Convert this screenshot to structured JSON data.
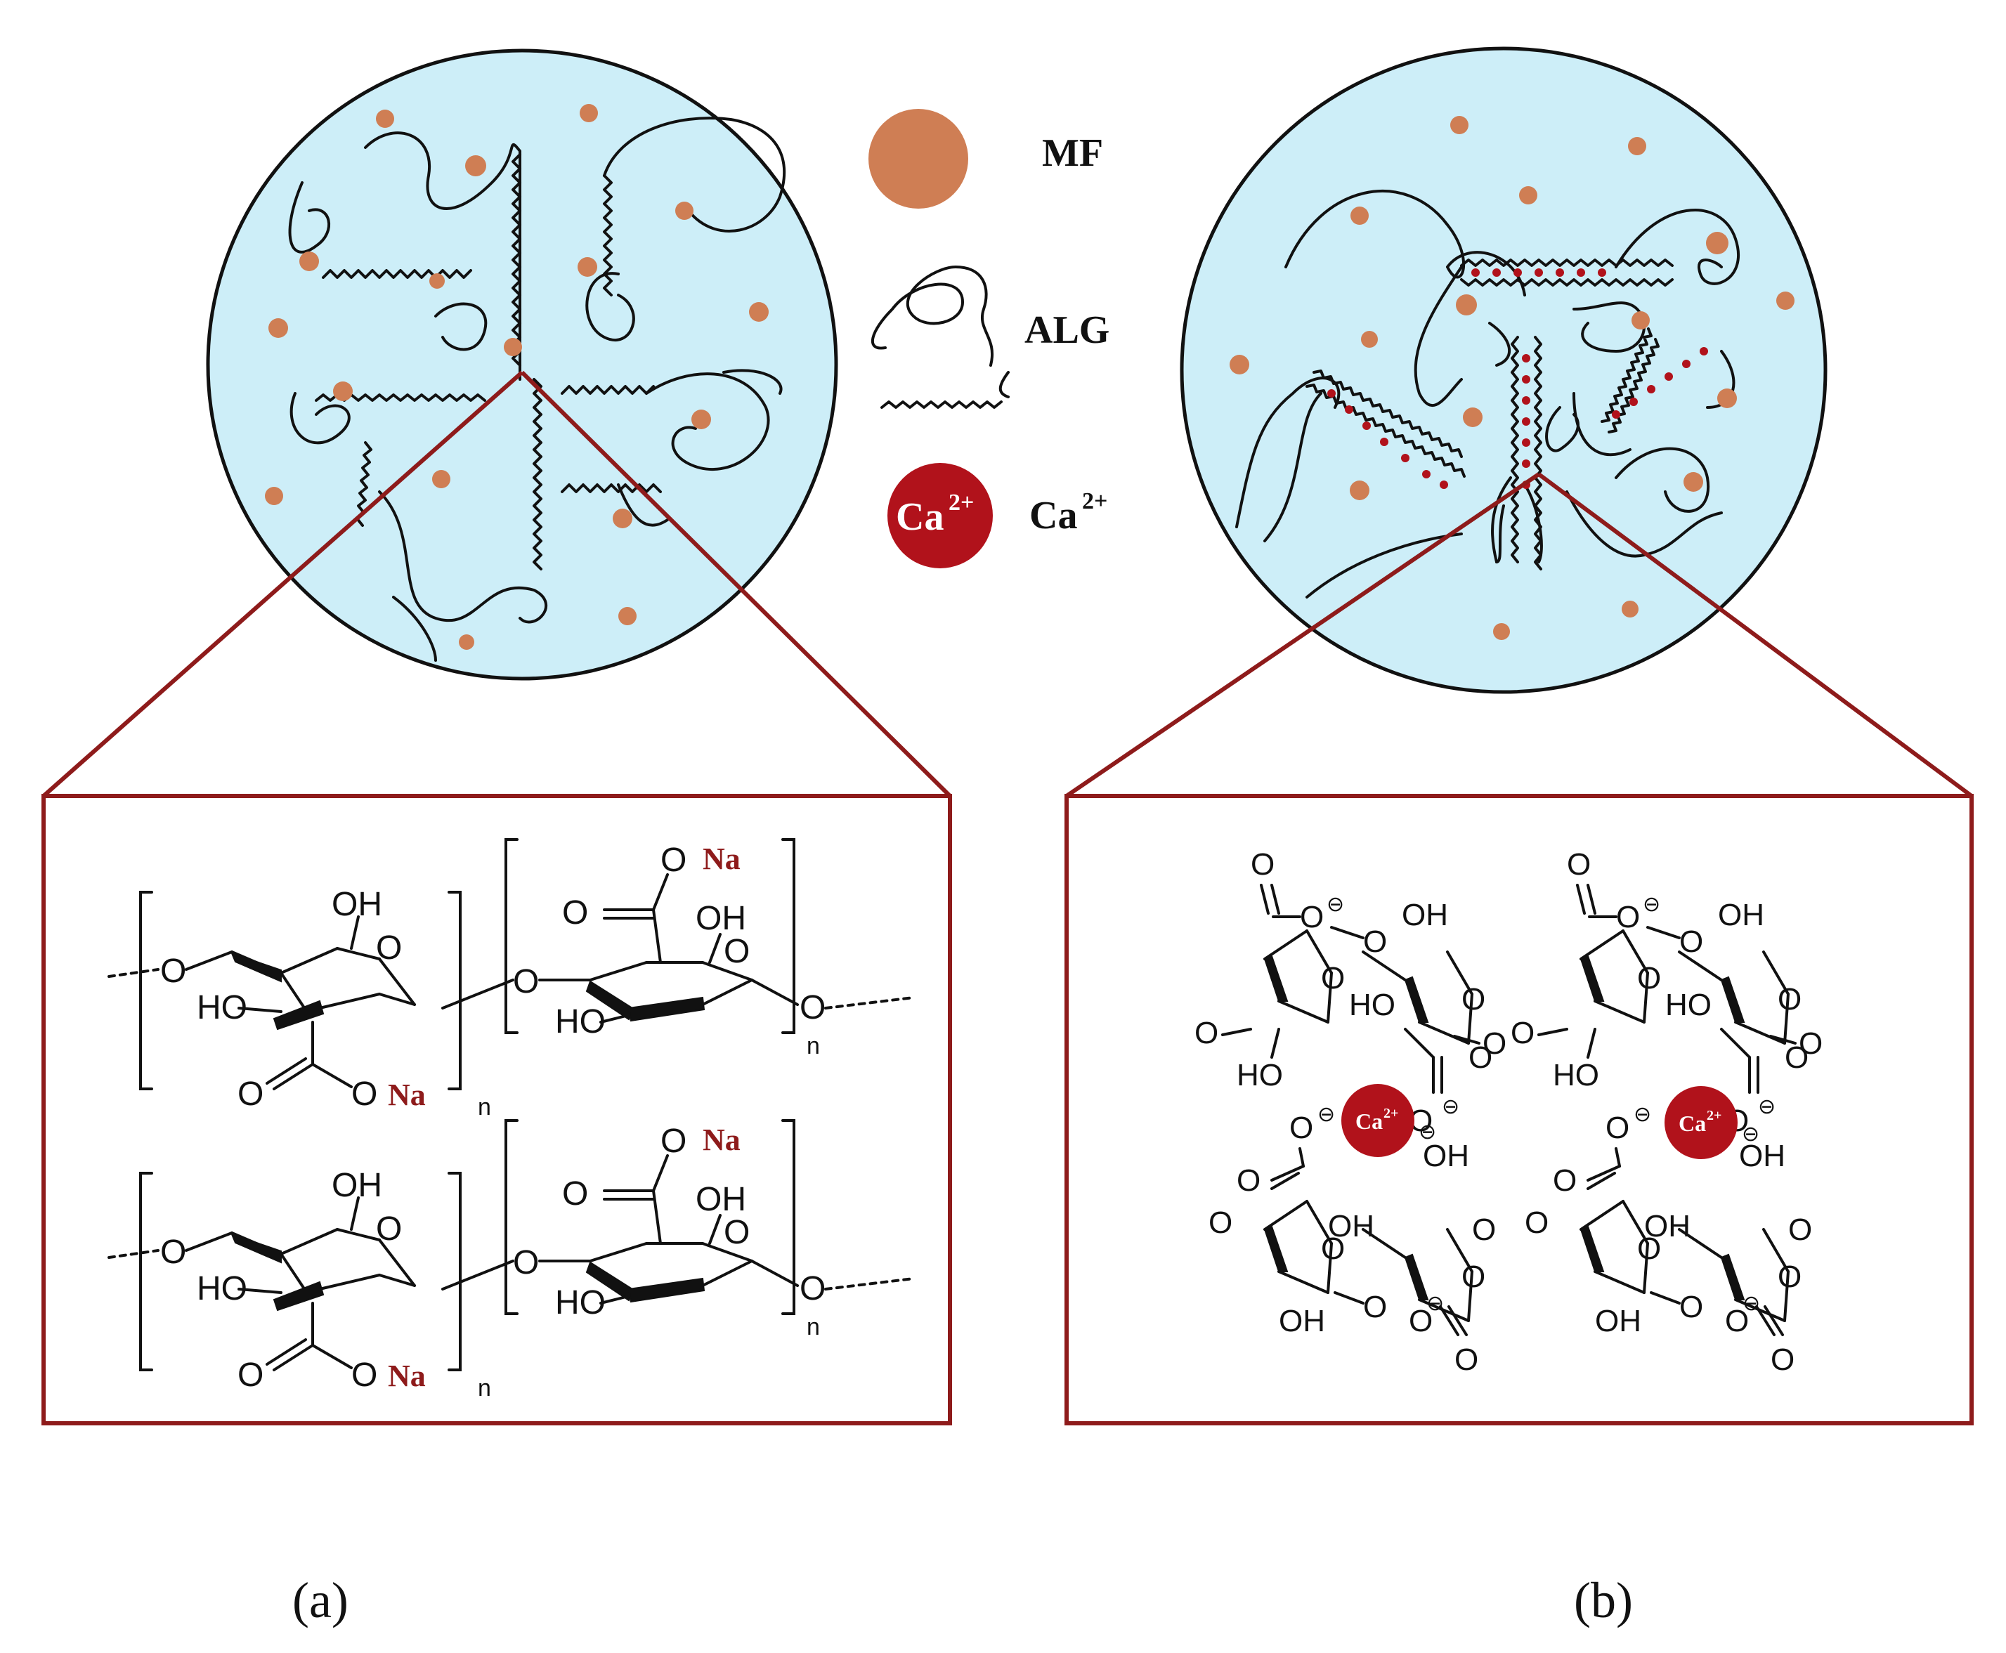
{
  "legend": {
    "mf_label": "MF",
    "alg_label": "ALG",
    "ca_label": "Ca",
    "ca_sup": "2+",
    "ca_ion_text": "Ca",
    "ca_ion_sup": "2+"
  },
  "panel_a": {
    "label": "(a)",
    "units": [
      {
        "oh_top": "OH",
        "ho_left": "HO",
        "ring_o": "O",
        "link_o": "O",
        "carbonyl_o": "O",
        "ester_o": "O",
        "na": "Na",
        "n": "n"
      },
      {
        "oh_top": "OH",
        "ho_left": "HO",
        "ring_o": "O",
        "link_o": "O",
        "carbonyl_o": "O",
        "ester_o": "O",
        "na": "Na",
        "n": "n"
      },
      {
        "oh_top": "OH",
        "ho_left": "HO",
        "ring_o": "O",
        "link_o": "O",
        "carbonyl_o": "O",
        "ester_o": "O",
        "na": "Na",
        "n": "n"
      },
      {
        "oh_top": "OH",
        "ho_left": "HO",
        "ring_o": "O",
        "link_o": "O",
        "carbonyl_o": "O",
        "ester_o": "O",
        "na": "Na",
        "n": "n"
      }
    ]
  },
  "panel_b": {
    "label": "(b)",
    "ca_ions": [
      {
        "text": "Ca",
        "sup": "2+"
      },
      {
        "text": "Ca",
        "sup": "2+"
      }
    ],
    "atom_o": "O",
    "atom_oh": "OH",
    "atom_ho": "HO",
    "charge": "⊖"
  },
  "colors": {
    "gel_fill": "#cdeef8",
    "mf": "#cf7e54",
    "ca": "#b1121b",
    "frame": "#8e1b1b"
  }
}
